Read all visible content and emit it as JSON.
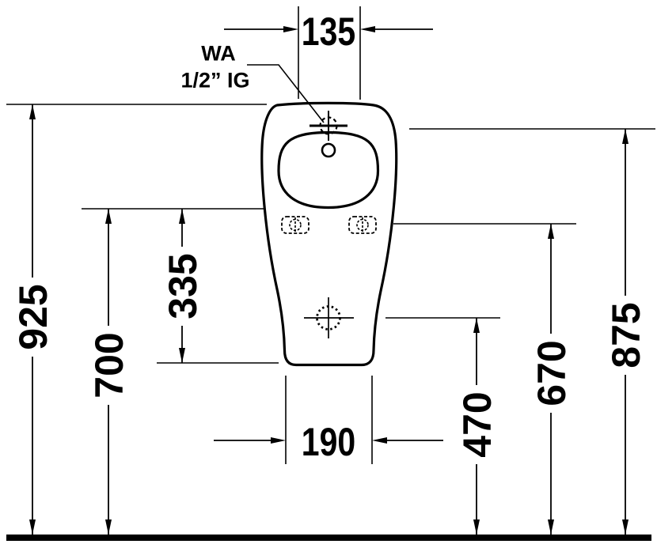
{
  "drawing": {
    "colors": {
      "ink": "#000000",
      "paper": "#ffffff"
    },
    "connection_label": {
      "line1": "WA",
      "line2": "1/2” IG"
    },
    "dims": {
      "top_width": "135",
      "base_width": "190",
      "overall_height": "925",
      "rim_height": "700",
      "rim_to_base": "335",
      "outlet_height": "470",
      "fixing_height": "670",
      "inlet_height": "875"
    }
  }
}
